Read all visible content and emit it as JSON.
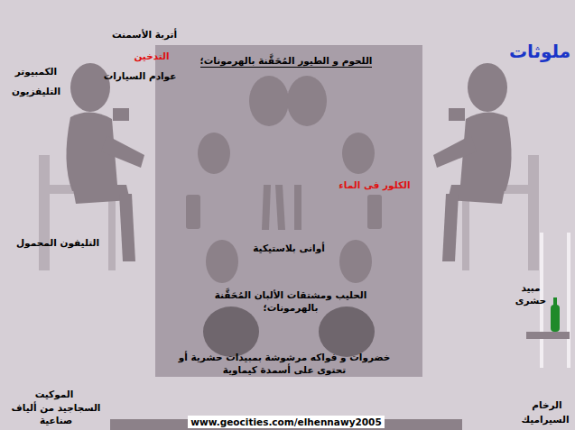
{
  "diagram": {
    "title": "ملوثات",
    "labels": [
      "أتربة الأسمنت",
      "التدخين",
      "عوادم السيارات",
      "الكمبيوتر",
      "التليفزيون",
      "اللحوم و الطيور المُحَقَّنة بالهرمونات؛",
      "الكلور فى الماء",
      "التليفون المحمول",
      "أوانى بلاستيكية",
      "الحليب ومشتقات الألبان المُحَقَّنة بالهرمونات؛",
      "خضروات و فواكه مرشوشة بمبيدات حشرية أو تحتوى على أسمدة كيماوية",
      "مبيد حشرى",
      "الموكيت",
      "السجاجيد من ألياف صناعية",
      "الرخام",
      "السيراميك",
      "www.geocities.com/elhennawy2005"
    ]
  }
}
